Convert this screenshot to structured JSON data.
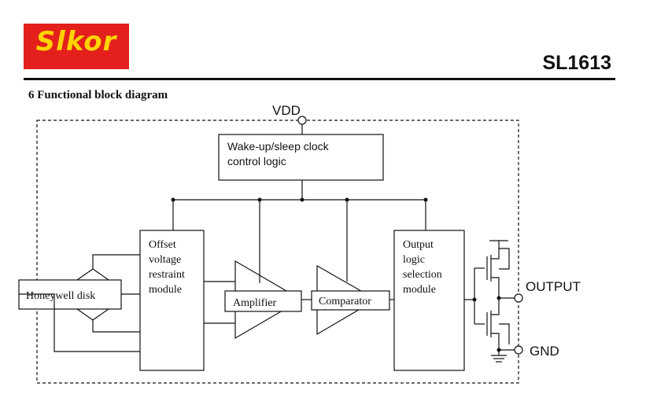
{
  "header": {
    "logo_text": "Slkor",
    "part_number": "SL1613",
    "section_title": "6   Functional block diagram"
  },
  "diagram": {
    "vdd": "VDD",
    "output": "OUTPUT",
    "gnd": "GND",
    "wake_line1": "Wake-up/sleep clock",
    "wake_line2": "control logic",
    "offset_lines": [
      "Offset",
      "voltage",
      "restraint",
      "module"
    ],
    "output_logic_lines": [
      "Output",
      "logic",
      "selection",
      "module"
    ],
    "honeywell": "Honeywell disk",
    "amplifier": "Amplifier",
    "comparator": "Comparator"
  },
  "colors": {
    "logo_bg": "#e3201c",
    "logo_text": "#ffd200"
  }
}
